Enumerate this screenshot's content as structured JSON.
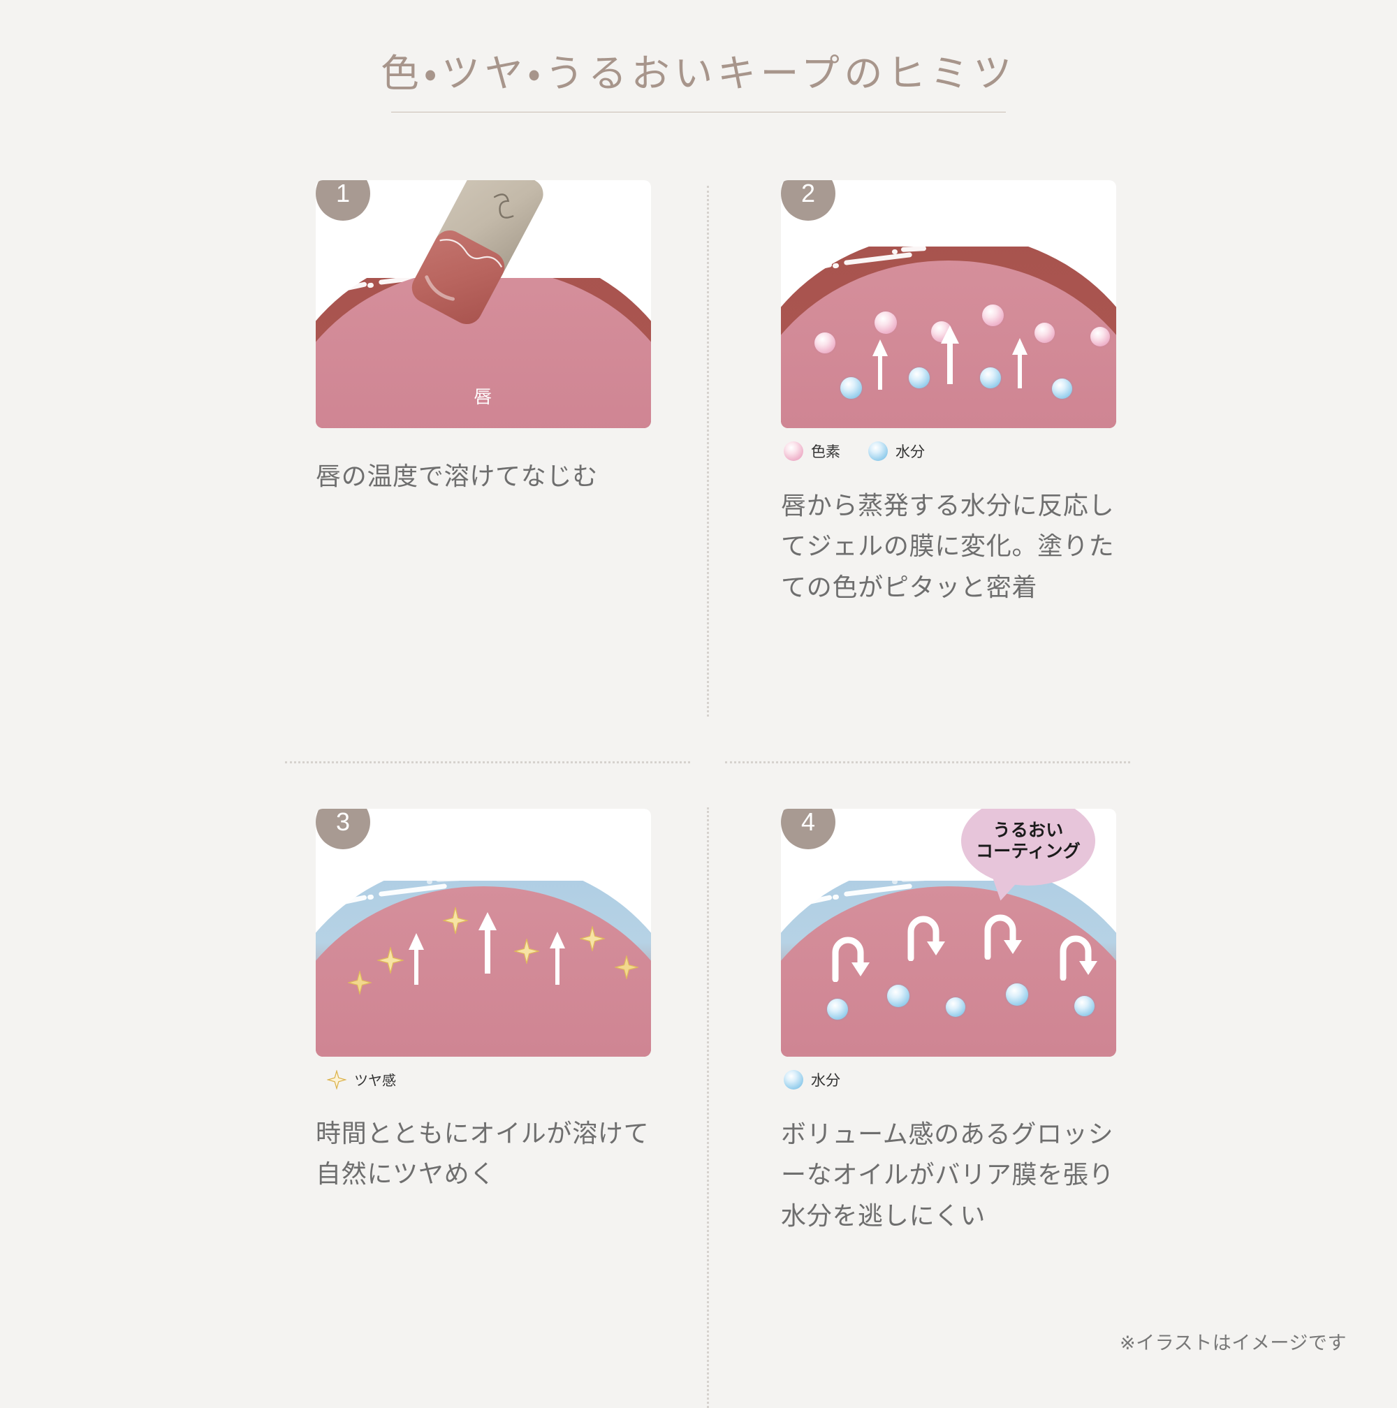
{
  "header": {
    "title": "色・ツヤ・うるおいキープのヒミツ"
  },
  "panels": [
    {
      "number": "1",
      "badge_label": "1",
      "illustration_label": "唇",
      "caption": "唇の温度で溶けてなじむ",
      "legend": []
    },
    {
      "number": "2",
      "badge_label": "2",
      "caption": "唇から蒸発する水分に反応してジェルの膜に変化。塗りたての色がピタッと密着",
      "legend": [
        {
          "icon": "pink-circle-icon",
          "label": "色素",
          "color": "#f0b8ce"
        },
        {
          "icon": "blue-circle-icon",
          "label": "水分",
          "color": "#9ed2ee"
        }
      ]
    },
    {
      "number": "3",
      "badge_label": "3",
      "caption": "時間とともにオイルが溶けて自然にツヤめく",
      "legend": [
        {
          "icon": "sparkle-icon",
          "label": "ツヤ感",
          "color": "#e8c66a"
        }
      ]
    },
    {
      "number": "4",
      "badge_label": "4",
      "caption": "ボリューム感のあるグロッシーなオイルがバリア膜を張り水分を逃しにくい",
      "bubble": {
        "line1": "うるおい",
        "line2": "コーティング",
        "color": "#e7c5da"
      },
      "legend": [
        {
          "icon": "blue-circle-icon",
          "label": "水分",
          "color": "#9ed2ee"
        }
      ]
    }
  ],
  "footer": {
    "note": "※イラストはイメージです"
  },
  "colors": {
    "background": "#f4f3f1",
    "title": "#a7958b",
    "badge": "#a89a92",
    "caption": "#6e6e6e",
    "lip_upper_film": "#a8534e",
    "lip_lower": "#cf8593",
    "gel_blue": "#aecde3",
    "bubble_pink": "#e7c5da"
  }
}
